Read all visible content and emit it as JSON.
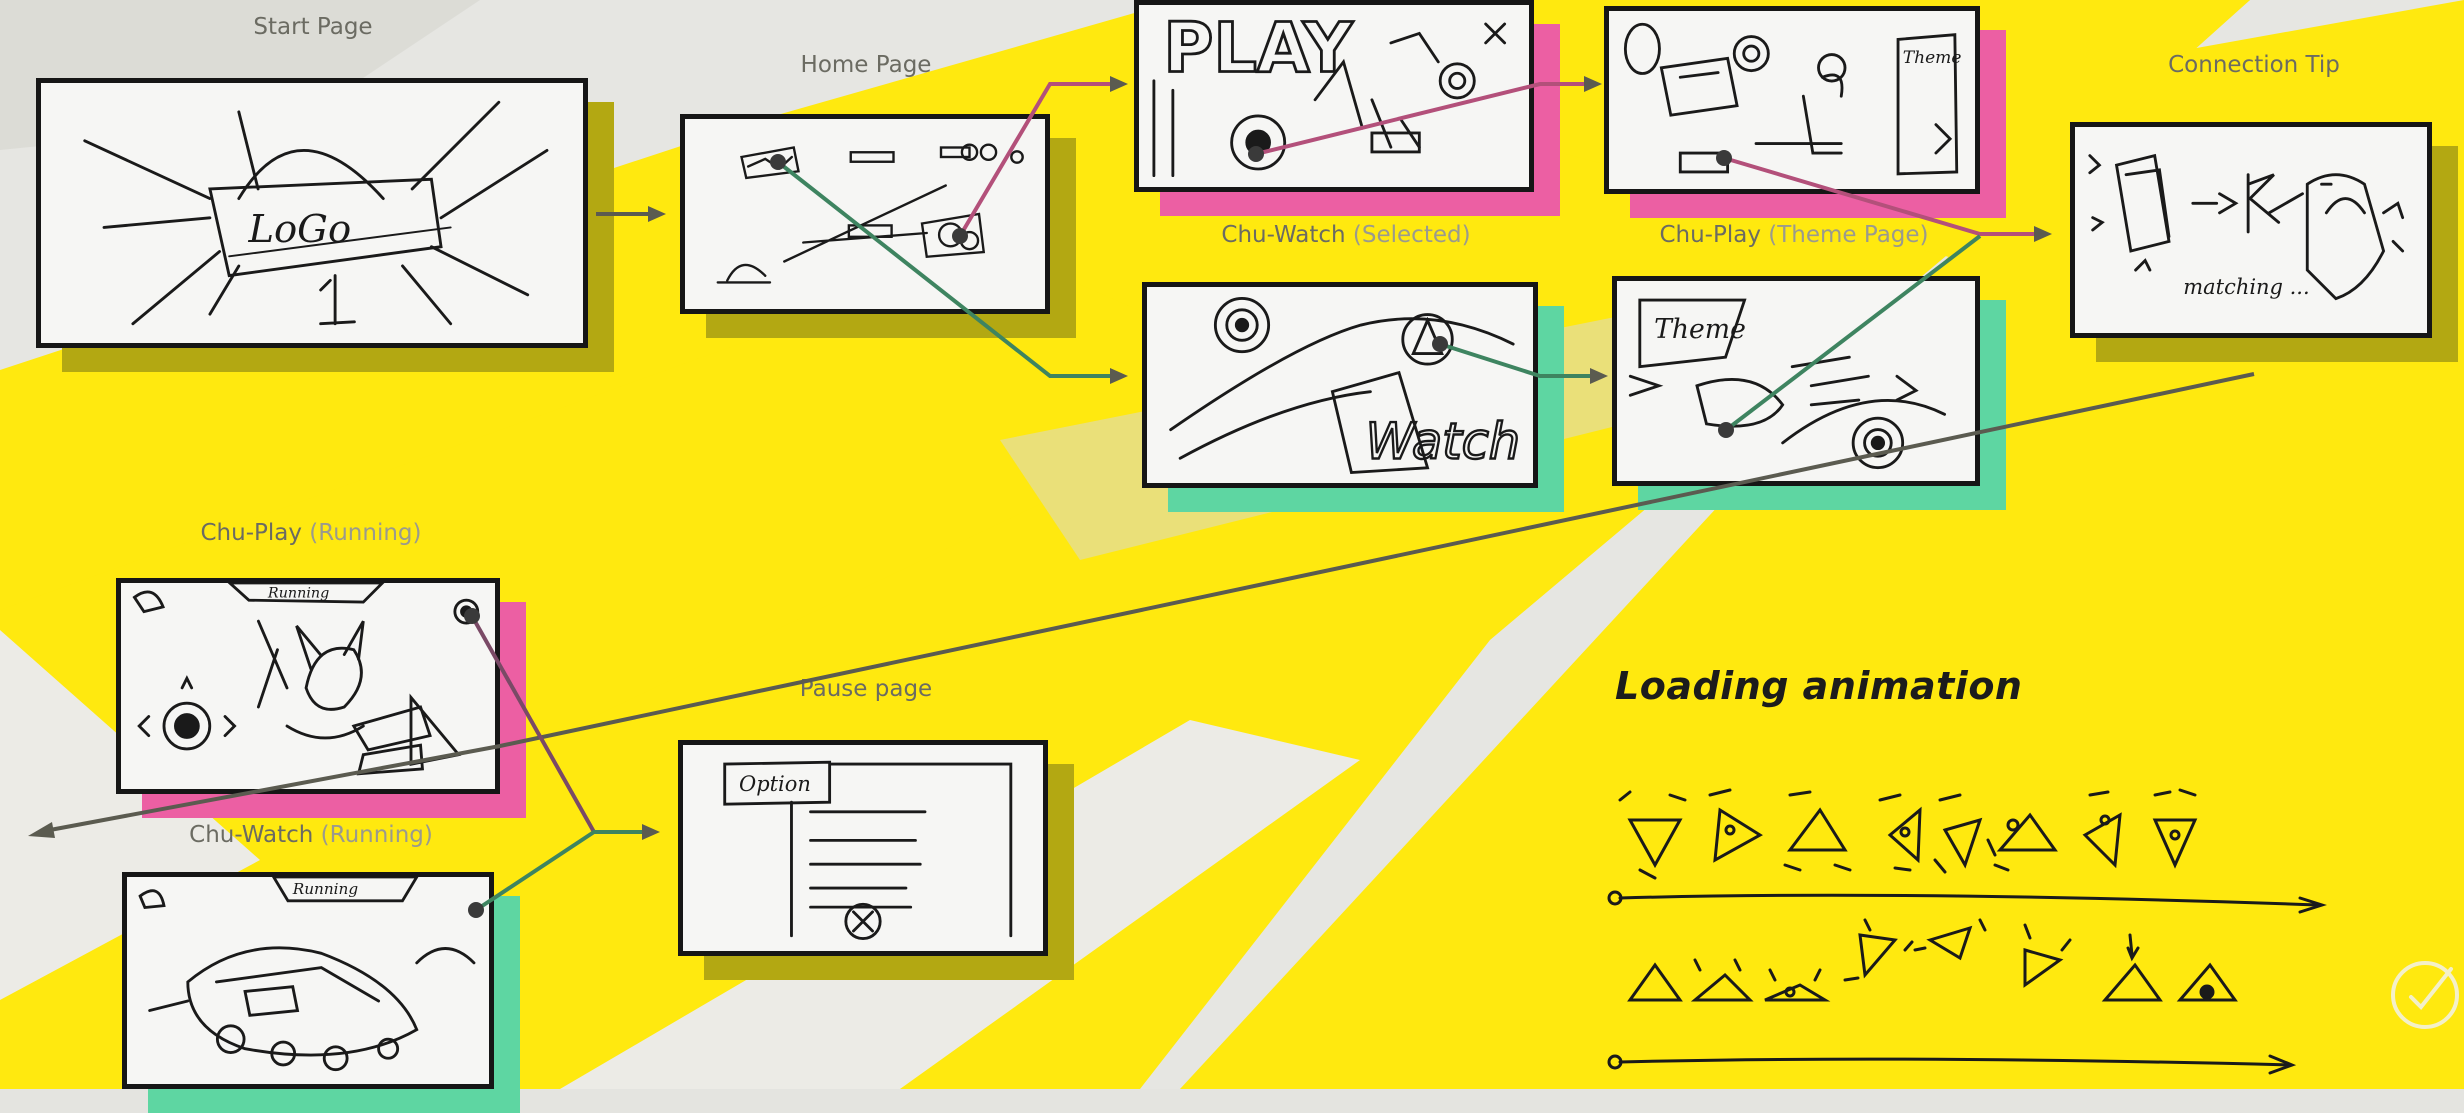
{
  "colors": {
    "yellow": "#ffe90f",
    "olive": "#b3a812",
    "pink": "#ec5fa3",
    "mint": "#5ed6a2",
    "connector_pink": "#b3507a",
    "connector_green": "#3e8460",
    "connector_gray": "#5b5b50"
  },
  "screens": [
    {
      "id": "start",
      "name": "Start Page",
      "state": "",
      "shadow": "olive"
    },
    {
      "id": "home",
      "name": "Home Page",
      "state": "",
      "shadow": "olive"
    },
    {
      "id": "play-selected",
      "name": "",
      "state": "",
      "shadow": "pink"
    },
    {
      "id": "chu-watch-selected",
      "name": "Chu-Watch",
      "state": "(Selected)",
      "shadow": "mint"
    },
    {
      "id": "chu-play-theme",
      "name": "Chu-Play",
      "state": "(Theme Page)",
      "shadow": "mint"
    },
    {
      "id": "play-theme-top",
      "name": "",
      "state": "",
      "shadow": "pink"
    },
    {
      "id": "connection-tip",
      "name": "Connection Tip",
      "state": "",
      "shadow": "olive"
    },
    {
      "id": "chu-play-running",
      "name": "Chu-Play",
      "state": "(Running)",
      "shadow": "pink"
    },
    {
      "id": "chu-watch-running",
      "name": "Chu-Watch",
      "state": "(Running)",
      "shadow": "mint"
    },
    {
      "id": "pause",
      "name": "Pause page",
      "state": "",
      "shadow": "olive"
    }
  ],
  "sketch_text": {
    "logo": "LoGo",
    "play": "PLAY",
    "theme": "Theme",
    "matching": "matching ...",
    "running": "Running",
    "running_watch": "Running",
    "option": "Option",
    "theme_panel": "Theme",
    "watch": "Watch"
  },
  "loading": {
    "heading": "Loading animation",
    "icons": [
      "triangle-icon",
      "arrow-icon",
      "check-circle-icon"
    ]
  }
}
